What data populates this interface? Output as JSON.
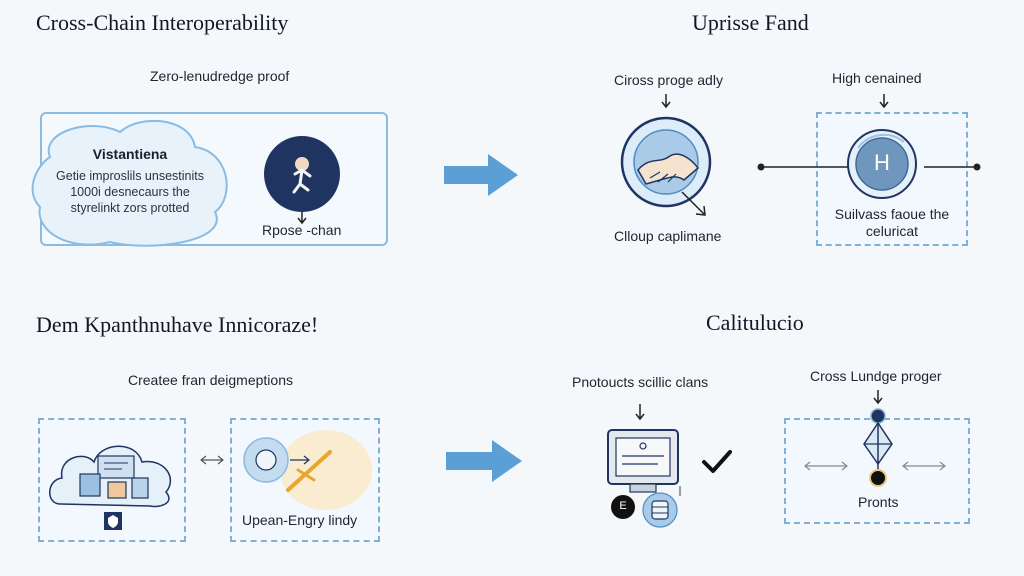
{
  "top_left": {
    "title": "Cross-Chain Interoperability",
    "subtitle": "Zero-lenudredge proof",
    "cloud_heading": "Vistantiena",
    "cloud_text_1": "Getie improslils unsestinits",
    "cloud_text_2": "1000i desnecaurs the",
    "cloud_text_3": "styrelinkt zors protted",
    "node_label": "Rpose -chan"
  },
  "top_right": {
    "title": "Uprisse Fand",
    "left_caption": "Ciross proge adly",
    "left_bottom": "Clloup caplimane",
    "right_caption": "High cenained",
    "right_text_1": "Suilvass faoue the",
    "right_text_2": "celuricat",
    "node_letter": "H"
  },
  "bottom_left": {
    "title": "Dem Kpanthnuhave Innicoraze!",
    "subtitle": "Createe fran deigmeptions",
    "bottom_label": "Upean-Engry lindy"
  },
  "bottom_right": {
    "title": "Calitulucio",
    "left_caption": "Pnotoucts scillic clans",
    "right_caption": "Cross Lundge proger",
    "device_badge": "E",
    "right_bottom": "Pronts"
  },
  "colors": {
    "accent": "#5fa2d8",
    "box_border": "#7fb0d6",
    "dark_node": "#1f3461",
    "arrow": "#5b9fd6"
  }
}
